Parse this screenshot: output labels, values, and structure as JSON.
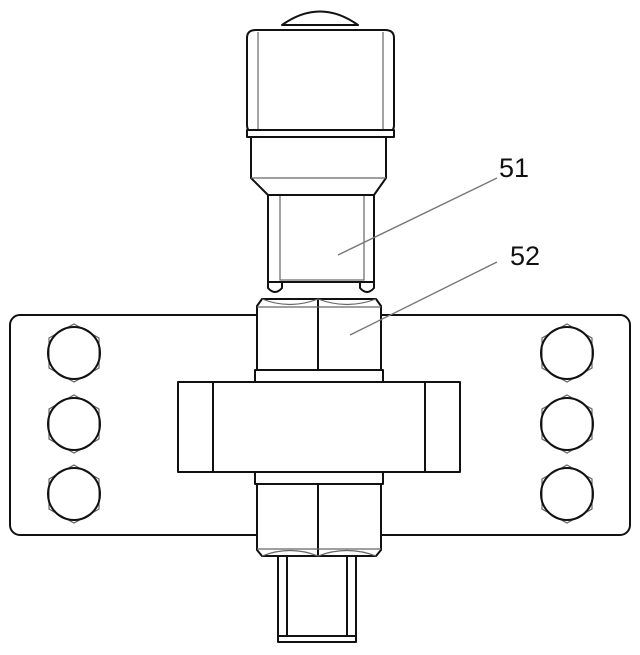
{
  "figure": {
    "reference_numerals": [
      {
        "id": "51",
        "label": "51"
      },
      {
        "id": "52",
        "label": "52"
      }
    ],
    "colors": {
      "line": "#111111",
      "leader": "#777777",
      "background": "#ffffff"
    }
  }
}
